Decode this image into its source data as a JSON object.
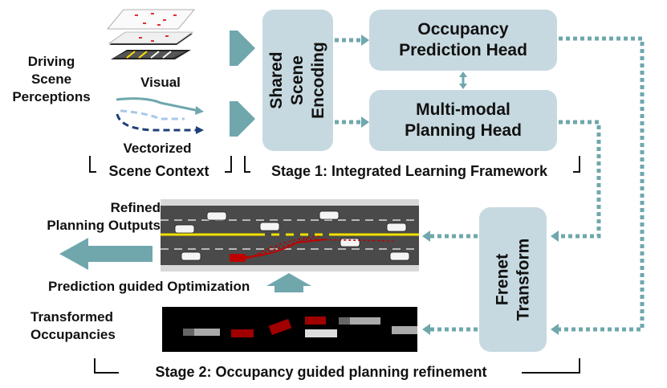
{
  "inputs": {
    "title": "Driving\nScene\nPerceptions",
    "visual": "Visual",
    "vectorized": "Vectorized",
    "scene_context": "Scene Context"
  },
  "stage1": {
    "encoder": "Shared Scene\nEncoding",
    "occupancy_head": "Occupancy\nPrediction Head",
    "planning_head": "Multi-modal\nPlanning Head",
    "caption": "Stage 1: Integrated Learning Framework"
  },
  "stage2": {
    "frenet": "Frenet\nTransform",
    "refined": "Refined\nPlanning Outputs",
    "optimization": "Prediction guided Optimization",
    "transformed": "Transformed\nOccupancies",
    "caption": "Stage 2: Occupancy guided planning refinement"
  },
  "colors": {
    "box_fill": "#c7d9e0",
    "arrow_teal": "#6fa7ad",
    "dotted_teal": "#6fa7ad",
    "road": "#4a4a4a",
    "lane_yellow": "#f2e000",
    "ego_red": "#c00000"
  }
}
